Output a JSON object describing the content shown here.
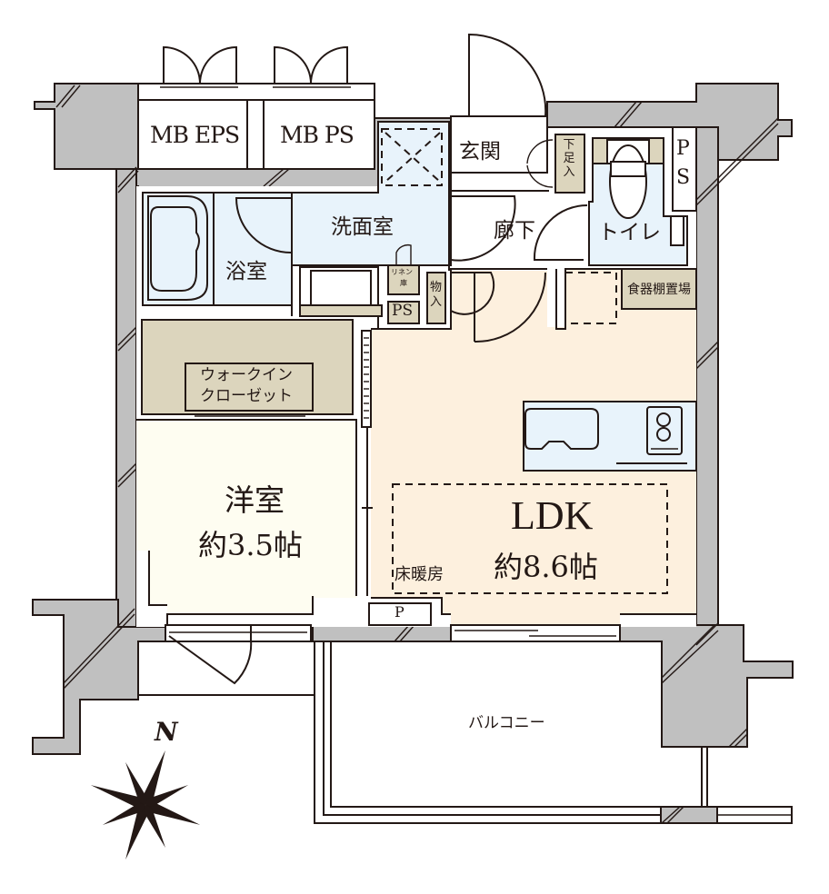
{
  "floorplan": {
    "rooms": {
      "mb_eps": "MB EPS",
      "mb_ps": "MB PS",
      "genkan": "玄関",
      "shita_soku_ire": "下足入",
      "ps_top": "P",
      "ps_top2": "S",
      "bath": "浴室",
      "washroom": "洗面室",
      "hallway": "廊下",
      "toilet": "トイレ",
      "linen": "リネン庫",
      "linen_line1": "リネン",
      "linen_line2": "庫",
      "ps_small": "PS",
      "storage": "物入",
      "storage_line1": "物",
      "storage_line2": "入",
      "dish_shelf": "食器棚置場",
      "wic_line1": "ウォークイン",
      "wic_line2": "クローゼット",
      "western_room": "洋室",
      "western_room_size": "約3.5帖",
      "ldk": "LDK",
      "ldk_size": "約8.6帖",
      "floor_heating": "床暖房",
      "pipe_p": "P",
      "balcony": "バルコニー"
    },
    "compass": {
      "label": "N"
    },
    "colors": {
      "wall": "#c0c0c0",
      "wet_area": "#e8f3fb",
      "storage": "#dcd5bd",
      "western_room": "#fefdf1",
      "ldk": "#fdf0de",
      "line": "#231815"
    }
  }
}
